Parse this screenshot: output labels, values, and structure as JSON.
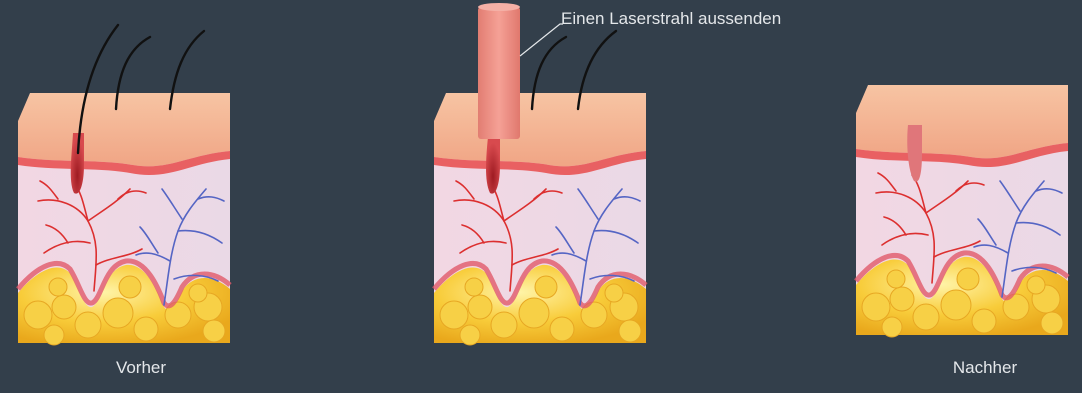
{
  "labels": {
    "before": "Vorher",
    "after": "Nachher",
    "laser_callout": "Einen Laserstrahl aussenden"
  },
  "panels": [
    {
      "name": "before",
      "hair_shafts": 3,
      "follicle": "deep"
    },
    {
      "name": "laser",
      "hair_shafts": 2,
      "follicle": "targeted"
    },
    {
      "name": "after",
      "hair_shafts": 0,
      "follicle": "shallow"
    }
  ],
  "colors": {
    "background": "#333f4b",
    "epidermis": "#f3b08e",
    "dermis": "#e9dbe6",
    "fat": "#f6c532",
    "artery": "#dc2f2f",
    "vein": "#5565c4",
    "laser_beam": "#ef8f84",
    "hair": "#111111",
    "caption_text": "#e4e7ea"
  }
}
